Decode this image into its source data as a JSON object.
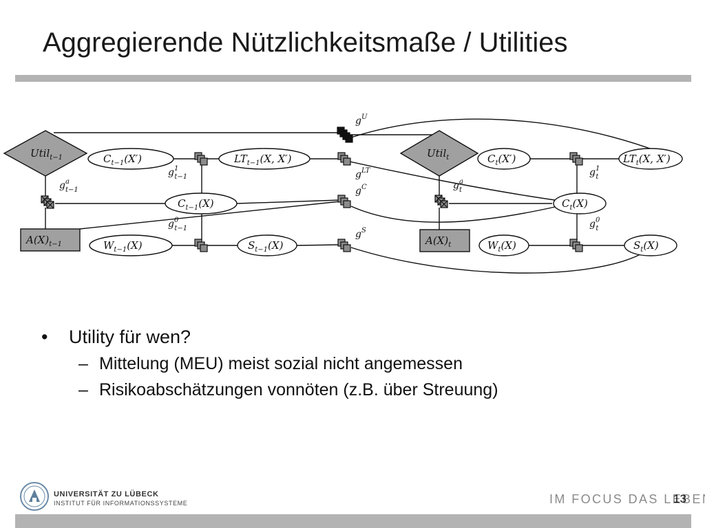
{
  "slide": {
    "title": "Aggregierende Nützlichkeitsmaße / Utilities",
    "page_number": "13"
  },
  "diagram": {
    "nodes": {
      "util_prev": {
        "base": "Util",
        "sub": "t−1"
      },
      "util_curr": {
        "base": "Util",
        "sub": "t"
      },
      "a_prev": {
        "base": "A(X)",
        "sub": "t−1"
      },
      "a_curr": {
        "base": "A(X)",
        "sub": "t"
      },
      "c_xp_prev": {
        "base": "C",
        "sub": "t−1",
        "args": "(X′)"
      },
      "c_xp_curr": {
        "base": "C",
        "sub": "t",
        "args": "(X′)"
      },
      "lt_prev": {
        "base": "LT",
        "sub": "t−1",
        "args": "(X, X′)"
      },
      "lt_curr": {
        "base": "LT",
        "sub": "t",
        "args": "(X, X′)"
      },
      "c_x_prev": {
        "base": "C",
        "sub": "t−1",
        "args": "(X)"
      },
      "c_x_curr": {
        "base": "C",
        "sub": "t",
        "args": "(X)"
      },
      "w_prev": {
        "base": "W",
        "sub": "t−1",
        "args": "(X)"
      },
      "w_curr": {
        "base": "W",
        "sub": "t",
        "args": "(X)"
      },
      "s_prev": {
        "base": "S",
        "sub": "t−1",
        "args": "(X)"
      },
      "s_curr": {
        "base": "S",
        "sub": "t",
        "args": "(X)"
      }
    },
    "factor_labels": {
      "gU": {
        "base": "g",
        "sup": "U"
      },
      "gLT": {
        "base": "g",
        "sup": "LT"
      },
      "gC": {
        "base": "g",
        "sup": "C"
      },
      "gS": {
        "base": "g",
        "sup": "S"
      },
      "g1_prev": {
        "base": "g",
        "sup": "1",
        "sub": "t−1"
      },
      "g0_prev": {
        "base": "g",
        "sup": "0",
        "sub": "t−1"
      },
      "ga_prev": {
        "base": "g",
        "sup": "a",
        "sub": "t−1"
      },
      "g1_curr": {
        "base": "g",
        "sup": "1",
        "sub": "t"
      },
      "g0_curr": {
        "base": "g",
        "sup": "0",
        "sub": "t"
      },
      "ga_curr": {
        "base": "g",
        "sup": "a",
        "sub": "t"
      }
    }
  },
  "bullets": {
    "main": "Utility für wen?",
    "sub_1": "Mittelung (MEU) meist sozial nicht angemessen",
    "sub_2": "Risikoabschätzungen vonnöten (z.B. über Streuung)"
  },
  "footer": {
    "university": "UNIVERSITÄT ZU LÜBECK",
    "institute": "INSTITUT FÜR INFORMATIONSSYSTEME",
    "slogan": "IM FOCUS DAS LEBEN"
  },
  "colors": {
    "accent_gray": "#b3b3b3",
    "node_fill_dark": "#a0a0a0",
    "factor_gray": "#8c8c8c",
    "factor_black": "#111111"
  }
}
